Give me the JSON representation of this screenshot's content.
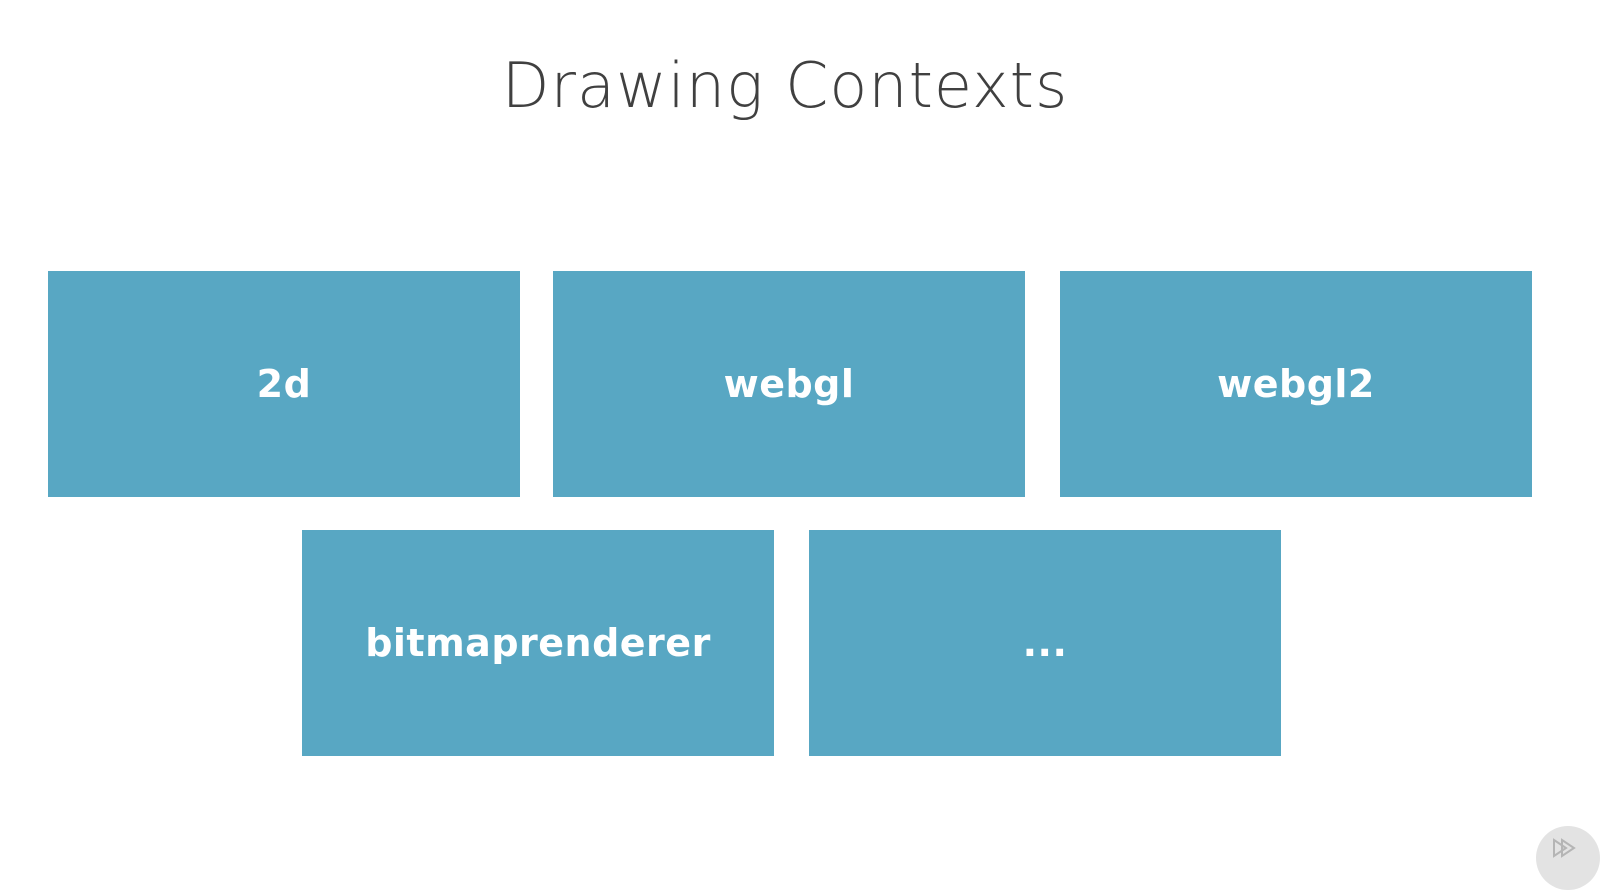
{
  "slide": {
    "title": "Drawing Contexts"
  },
  "colors": {
    "box_fill": "#58a7c3",
    "box_text": "#ffffff",
    "title_text": "#404040",
    "background": "#ffffff"
  },
  "contexts": [
    {
      "label": "2d"
    },
    {
      "label": "webgl"
    },
    {
      "label": "webgl2"
    },
    {
      "label": "bitmaprenderer"
    },
    {
      "label": "..."
    }
  ],
  "icons": {
    "corner": "player-logo-icon"
  }
}
